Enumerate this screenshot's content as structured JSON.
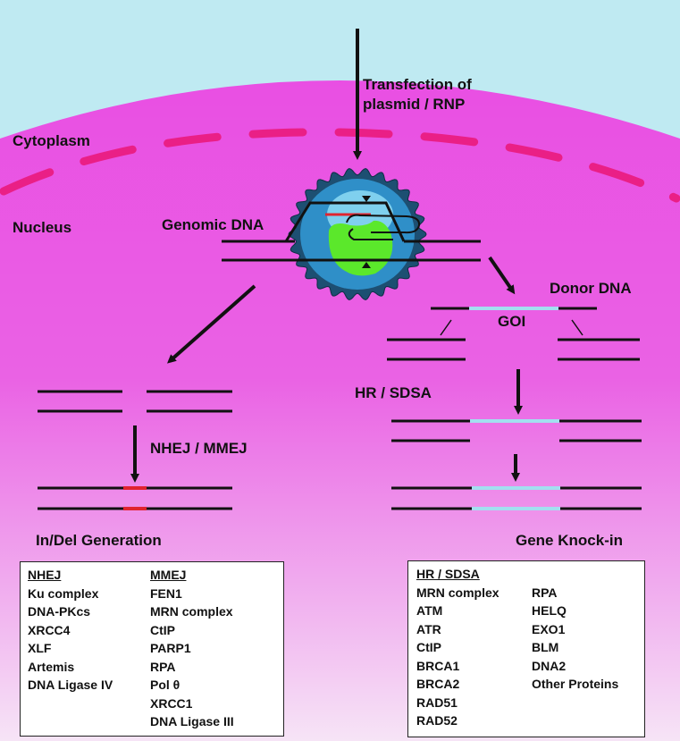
{
  "labels": {
    "transfection": [
      "Transfection of",
      "plasmid / RNP"
    ],
    "cytoplasm": "Cytoplasm",
    "nucleus": "Nucleus",
    "genomic_dna": "Genomic DNA",
    "donor_dna": "Donor DNA",
    "goi": "GOI",
    "hr_sdsa": "HR / SDSA",
    "nhej_mmej": "NHEJ / MMEJ",
    "indel": "In/Del Generation",
    "knockin": "Gene Knock-in"
  },
  "nhej_box": {
    "nhej_header": "NHEJ",
    "nhej_items": [
      "Ku complex",
      "DNA-PKcs",
      "XRCC4",
      "XLF",
      "Artemis",
      "DNA Ligase IV"
    ],
    "mmej_header": "MMEJ",
    "mmej_items": [
      "FEN1",
      "MRN complex",
      "CtIP",
      "PARP1",
      "RPA",
      "Pol θ",
      "XRCC1",
      "DNA Ligase III"
    ]
  },
  "hr_box": {
    "header": "HR / SDSA",
    "col1": [
      "MRN complex",
      "ATM",
      "ATR",
      "CtIP",
      "BRCA1",
      "BRCA2",
      "RAD51",
      "RAD52"
    ],
    "col2": [
      "RPA",
      "HELQ",
      "EXO1",
      "BLM",
      "DNA2",
      "Other Proteins"
    ]
  },
  "colors": {
    "sky": "#bfeaf2",
    "cell_top": "#e94fe3",
    "cell_bottom": "#f6e4f6",
    "nuclear_envelope": "#ea1f86",
    "cas_outer": "#1d4f72",
    "cas_middle": "#2f8fc8",
    "cas_inner": "#7fd0ee",
    "cas_green": "#5be82b",
    "goi": "#a3dff0",
    "indel": "#e0232f",
    "dna": "#111111"
  },
  "icons": [
    "cas9-rnp-complex-icon"
  ]
}
